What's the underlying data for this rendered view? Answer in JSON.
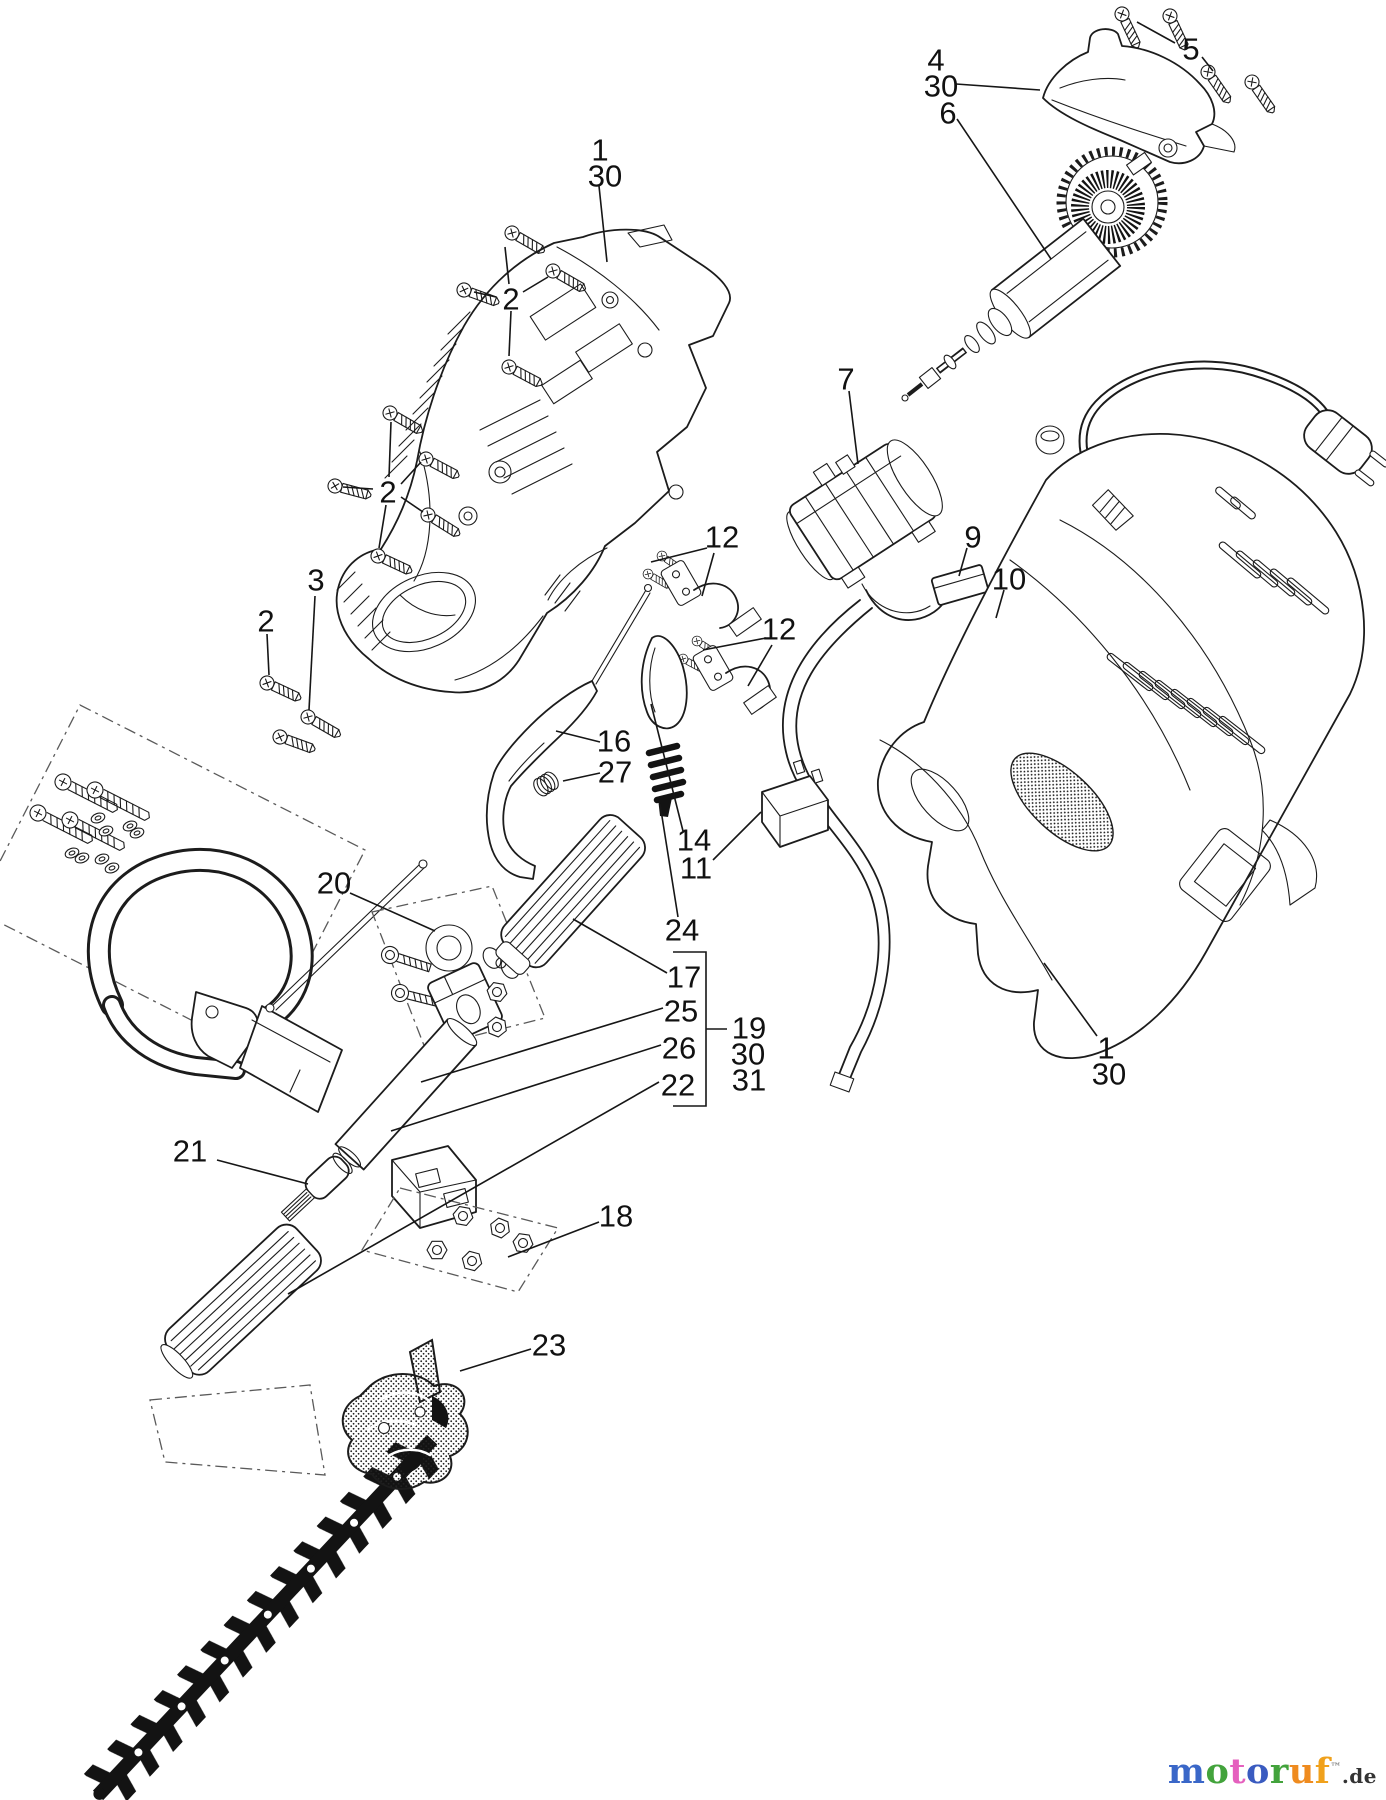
{
  "diagram": {
    "background": "#ffffff",
    "line_color": "#1c1c1c",
    "blade_color": "#131313",
    "callouts": [
      {
        "text": "1"
      },
      {
        "text": "30"
      },
      {
        "text": "2"
      },
      {
        "text": "2"
      },
      {
        "text": "2"
      },
      {
        "text": "3"
      },
      {
        "text": "4"
      },
      {
        "text": "30"
      },
      {
        "text": "6"
      },
      {
        "text": "5"
      },
      {
        "text": "7"
      },
      {
        "text": "12"
      },
      {
        "text": "12"
      },
      {
        "text": "9"
      },
      {
        "text": "10"
      },
      {
        "text": "16"
      },
      {
        "text": "27"
      },
      {
        "text": "14"
      },
      {
        "text": "11"
      },
      {
        "text": "24"
      },
      {
        "text": "17"
      },
      {
        "text": "25"
      },
      {
        "text": "26"
      },
      {
        "text": "22"
      },
      {
        "text": "19"
      },
      {
        "text": "30"
      },
      {
        "text": "31"
      },
      {
        "text": "20"
      },
      {
        "text": "21"
      },
      {
        "text": "18"
      },
      {
        "text": "23"
      },
      {
        "text": "1"
      },
      {
        "text": "30"
      }
    ]
  },
  "logo": {
    "letters": [
      {
        "ch": "m",
        "color": "#3a67c8"
      },
      {
        "ch": "o",
        "color": "#43a33c"
      },
      {
        "ch": "t",
        "color": "#e560be"
      },
      {
        "ch": "o",
        "color": "#3a5bc0"
      },
      {
        "ch": "r",
        "color": "#43a33c"
      },
      {
        "ch": "u",
        "color": "#ef8b1f"
      },
      {
        "ch": "f",
        "color": "#f0a11c"
      }
    ],
    "trademark": "™",
    "tld": ".de",
    "tld_color": "#333333"
  }
}
